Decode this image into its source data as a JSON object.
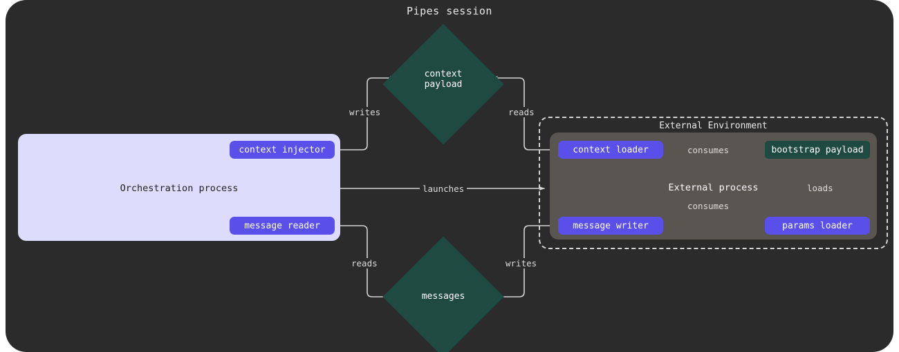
{
  "diagram": {
    "title": "Pipes session",
    "background_color": "#2b2b2b",
    "type": "flow-diagram"
  },
  "clusters": [
    {
      "id": "external-environment",
      "label": "External Environment",
      "style": "dashed",
      "border_color": "#d4d4d4"
    }
  ],
  "processes": [
    {
      "id": "orchestration-process",
      "label": "Orchestration process",
      "color": "#dedcfd",
      "text_color": "#1f1f1f"
    },
    {
      "id": "external-process",
      "label": "External process",
      "color": "#595550",
      "text_color": "#ffffff"
    }
  ],
  "nodes": {
    "context_injector": {
      "label": "context injector",
      "shape": "pill",
      "color": "#5b4fe9"
    },
    "message_reader": {
      "label": "message reader",
      "shape": "pill",
      "color": "#5b4fe9"
    },
    "context_loader": {
      "label": "context loader",
      "shape": "pill",
      "color": "#5b4fe9"
    },
    "message_writer": {
      "label": "message writer",
      "shape": "pill",
      "color": "#5b4fe9"
    },
    "params_loader": {
      "label": "params loader",
      "shape": "pill",
      "color": "#5b4fe9"
    },
    "bootstrap_payload": {
      "label": "bootstrap payload",
      "shape": "rect",
      "color": "#1f4a41"
    },
    "context_payload": {
      "label": "context\npayload",
      "line1": "context",
      "line2": "payload",
      "shape": "diamond",
      "color": "#1f4a41"
    },
    "messages": {
      "label": "messages",
      "shape": "diamond",
      "color": "#1f4a41"
    }
  },
  "edges": [
    {
      "id": "injector-writes-context",
      "label": "writes",
      "from": "context_injector",
      "to": "context_payload"
    },
    {
      "id": "loader-reads-context",
      "label": "reads",
      "from": "context_loader",
      "to": "context_payload"
    },
    {
      "id": "orchestration-launches-external",
      "label": "launches",
      "from": "orchestration-process",
      "to": "external-process"
    },
    {
      "id": "reader-reads-messages",
      "label": "reads",
      "from": "message_reader",
      "to": "messages"
    },
    {
      "id": "writer-writes-messages",
      "label": "writes",
      "from": "message_writer",
      "to": "messages"
    },
    {
      "id": "context-loader-consumes-bootstrap",
      "label": "consumes",
      "from": "context_loader",
      "to": "bootstrap_payload"
    },
    {
      "id": "message-writer-consumes-bootstrap",
      "label": "consumes",
      "from": "message_writer",
      "to": "bootstrap_payload"
    },
    {
      "id": "params-loader-loads-bootstrap",
      "label": "loads",
      "from": "params_loader",
      "to": "bootstrap_payload"
    }
  ],
  "edge_color": "#d5d5d5"
}
